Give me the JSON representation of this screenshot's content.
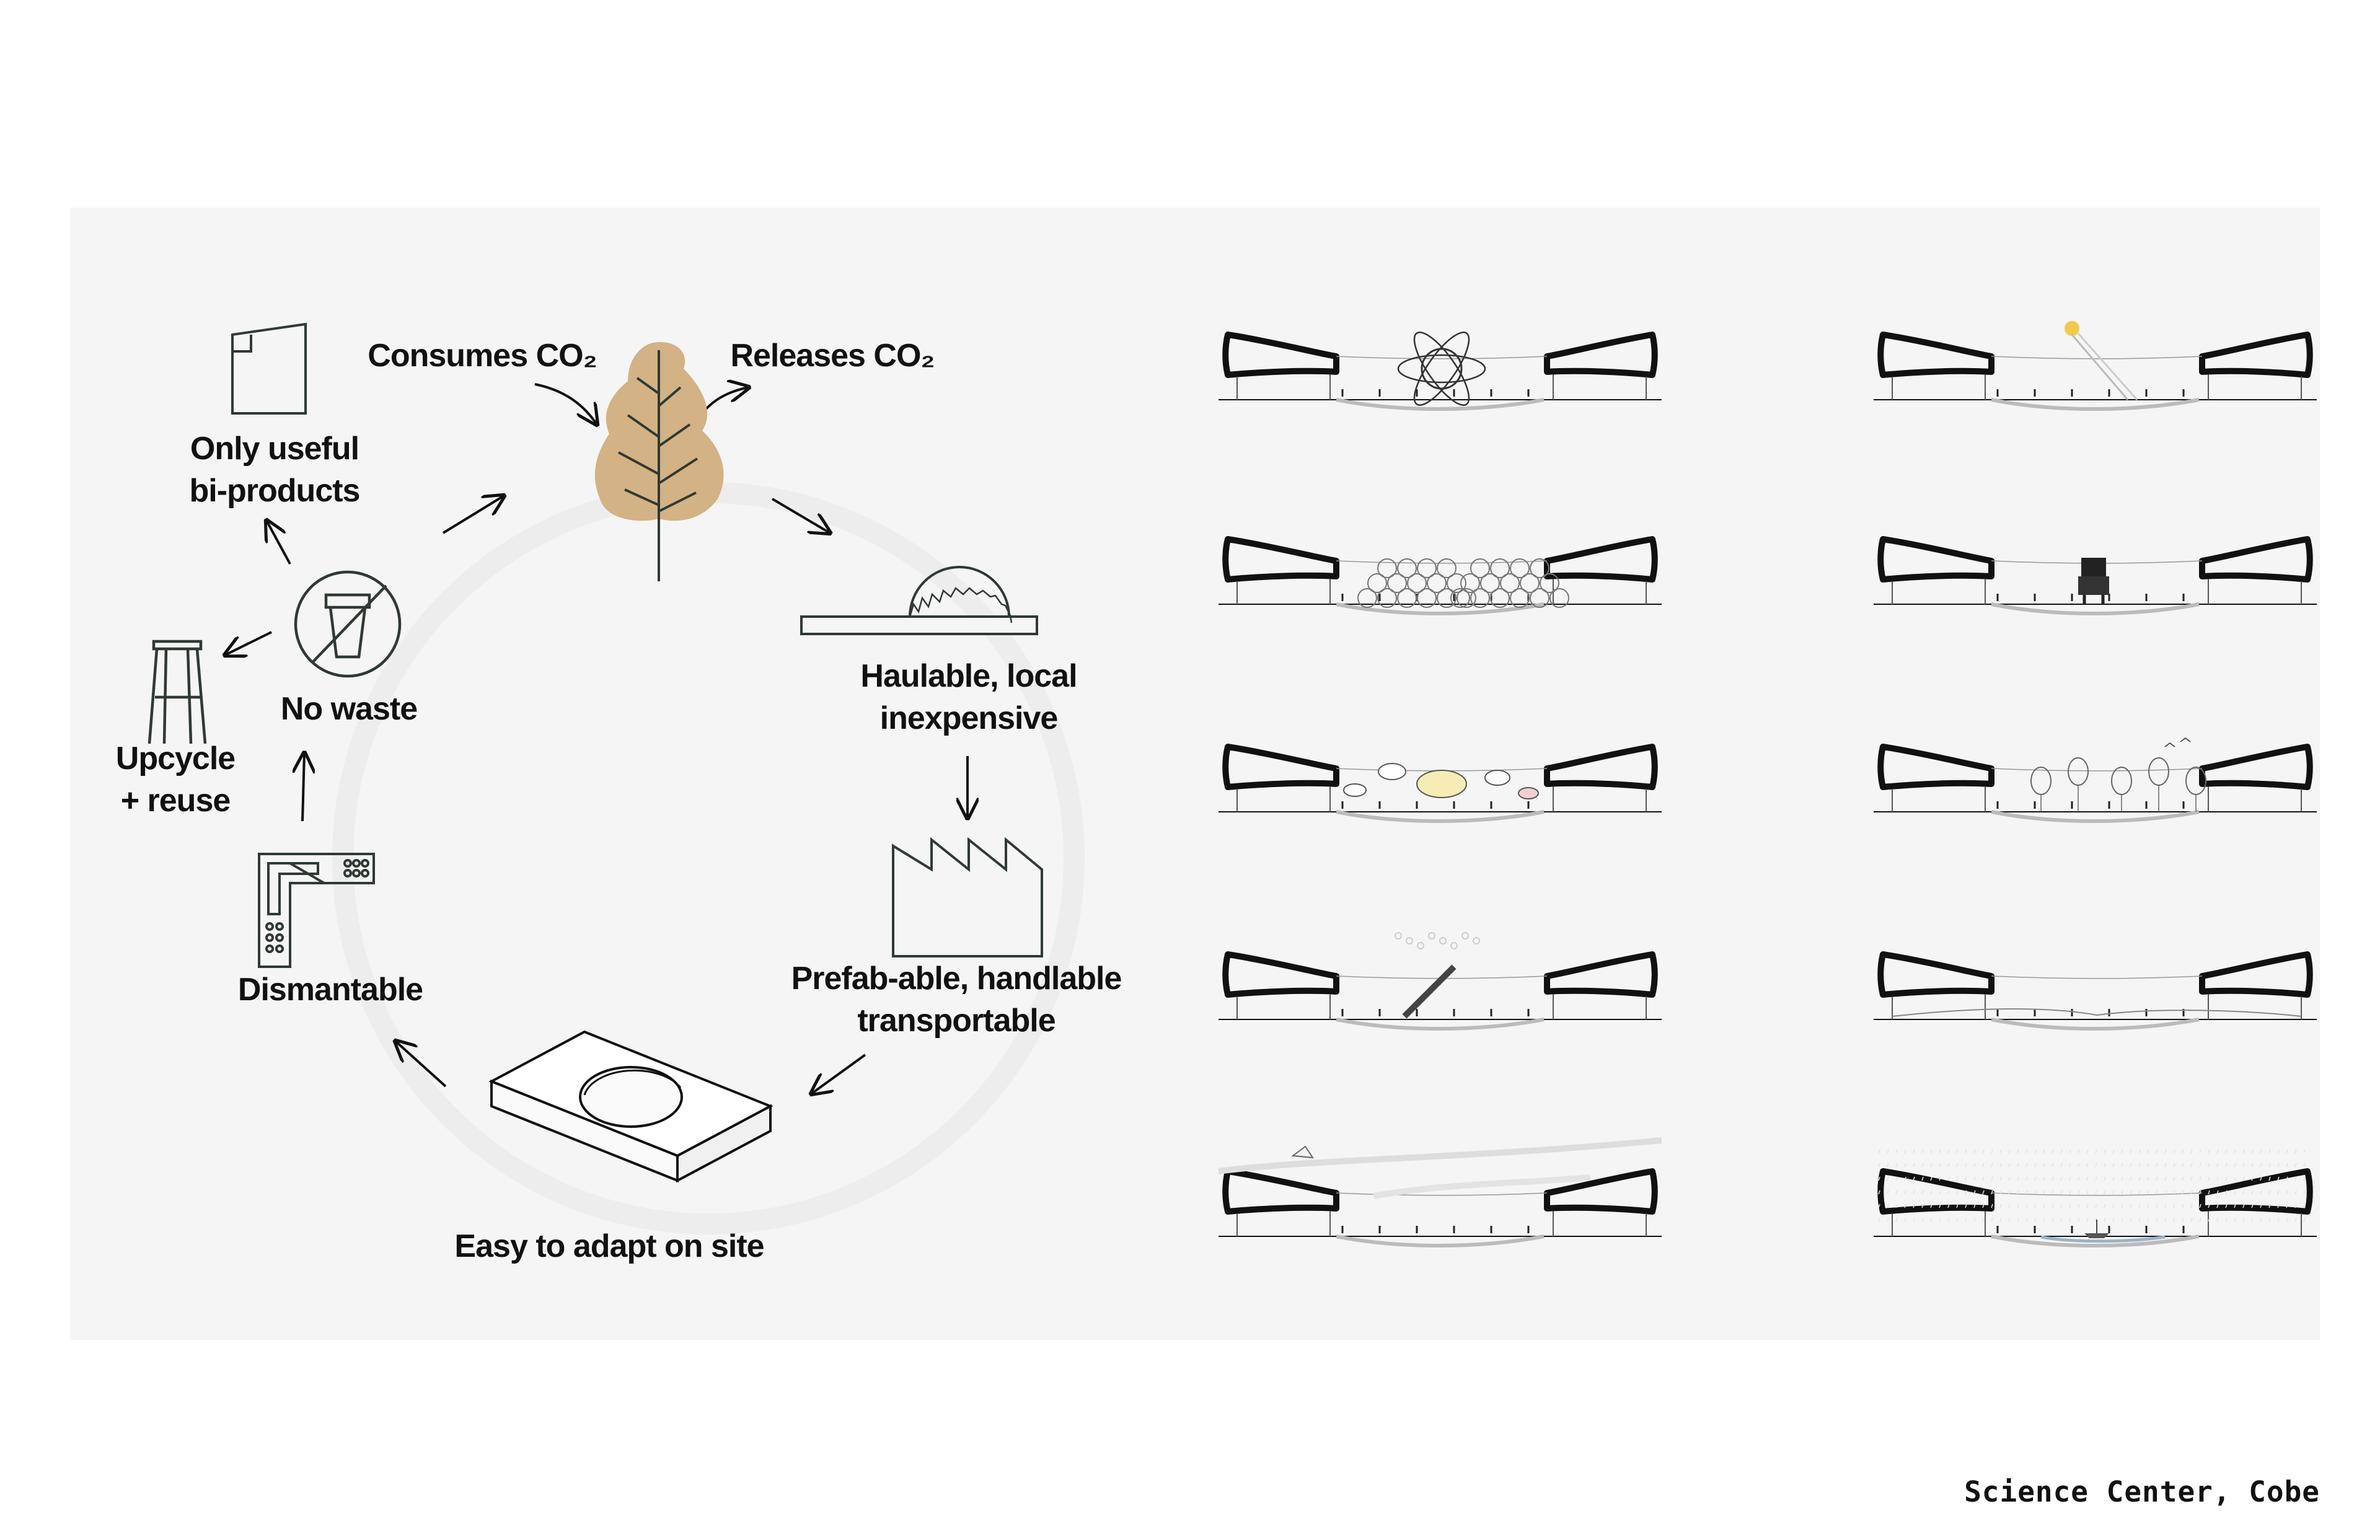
{
  "cycle_labels": {
    "consumes": "Consumes CO₂",
    "releases": "Releases CO₂",
    "byproducts": "Only useful\nbi-products",
    "no_waste": "No waste",
    "upcycle": "Upcycle\n+ reuse",
    "haulable": "Haulable, local\ninexpensive",
    "prefab": "Prefab-able, handlable\ntransportable",
    "dismantable": "Dismantable",
    "adapt": "Easy to adapt on site"
  },
  "credit": "Science Center, Cobe",
  "colors": {
    "tree": "#d3b285",
    "ink": "#111111",
    "icon_stroke": "#2f3a33",
    "panel": "#f5f5f5",
    "ring": "#ededed"
  },
  "section_vignettes": [
    "atom",
    "sun-rays",
    "hexagon-modules",
    "robot",
    "bubbles",
    "balloons-birds",
    "telescope",
    "landscape",
    "clouds-kite",
    "rain-boat"
  ]
}
